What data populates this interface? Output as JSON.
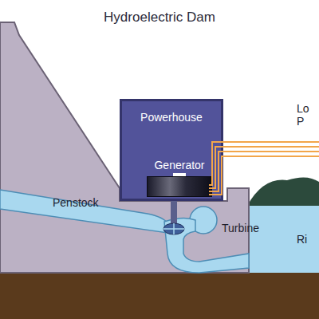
{
  "diagram": {
    "title": "Hydroelectric Dam",
    "nodes": [
      {
        "text": [
          "Powerhouse"
        ]
      },
      {
        "text": [
          "Generator"
        ],
        "in": 0
      }
    ],
    "labels": [
      "Penstock",
      "Turbine",
      "Lo P",
      "Ri"
    ]
  }
}
